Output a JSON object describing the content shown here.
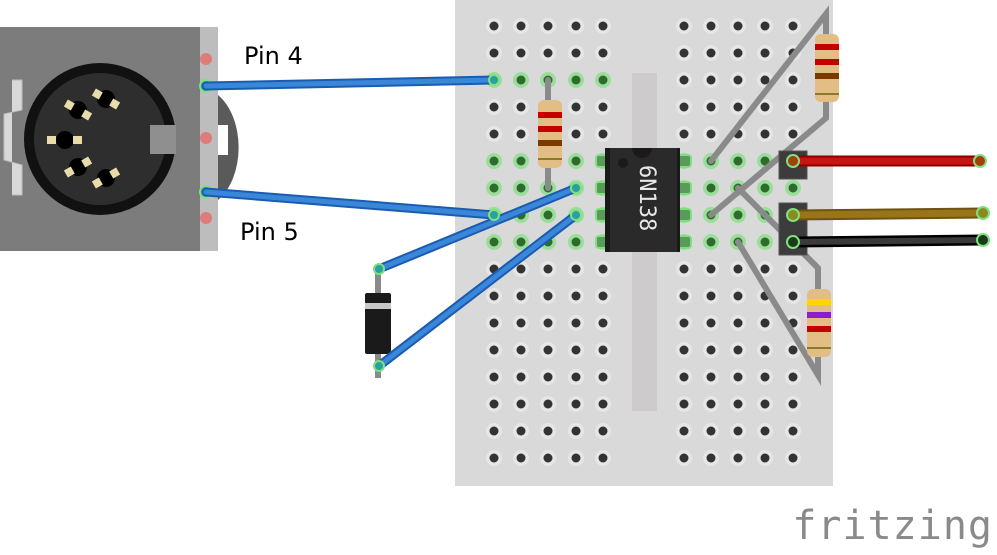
{
  "labels": {
    "pin4": "Pin 4",
    "pin5": "Pin 5"
  },
  "ic": {
    "part": "6N138",
    "pins": 8
  },
  "logo": "fritzing",
  "breadboard": {
    "rows": 17,
    "cols_per_side": 5
  },
  "resistors": [
    {
      "name": "resistor-1",
      "bands": [
        "#c40000",
        "#c40000",
        "#7a3a00",
        "#c9a83a"
      ]
    },
    {
      "name": "resistor-2",
      "bands": [
        "#c40000",
        "#c40000",
        "#7a3a00",
        "#c9a83a"
      ]
    },
    {
      "name": "resistor-3",
      "bands": [
        "#ffd400",
        "#8a1fd0",
        "#c40000",
        "#c9a83a"
      ]
    }
  ],
  "wires": {
    "blue": "#3a7fd0",
    "red": "#c81414",
    "yellow": "#9a7418",
    "black": "#2a2a2a",
    "gray": "#8a8a8a"
  },
  "colors": {
    "board": "#d9d9d9",
    "hole": "#333333",
    "active_hole": "#2f6b2f",
    "active_glow": "#7fe07f",
    "connector_body": "#7c7c7c",
    "din_face": "#2e2e2e"
  }
}
